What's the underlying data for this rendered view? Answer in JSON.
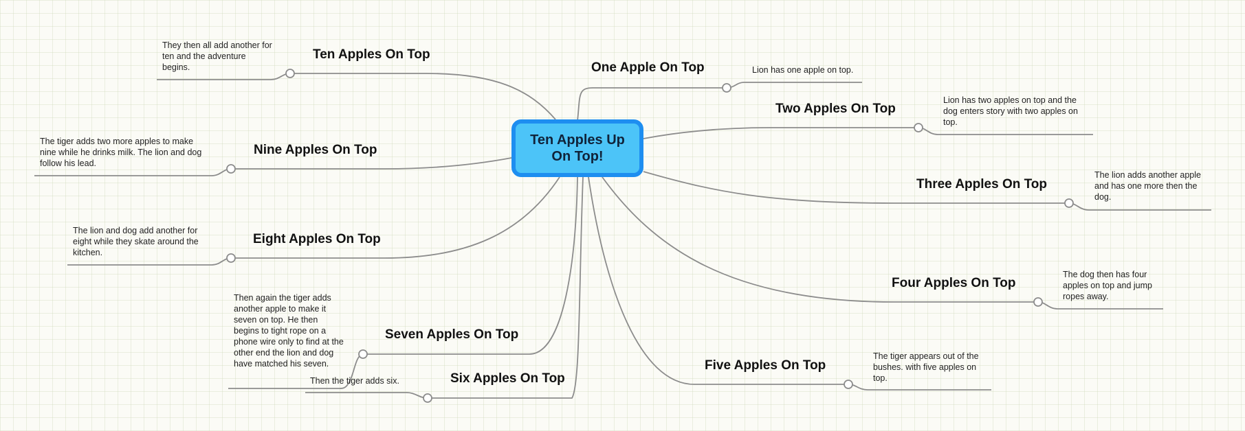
{
  "central": {
    "title": "Ten Apples Up On Top!"
  },
  "branches": [
    {
      "id": "b1",
      "title": "One Apple On Top",
      "note": "Lion has one apple on top."
    },
    {
      "id": "b2",
      "title": "Two Apples On Top",
      "note": "Lion has two apples on top and the dog enters story with two apples on top."
    },
    {
      "id": "b3",
      "title": "Three Apples On Top",
      "note": "The lion adds another apple and has one more then the dog."
    },
    {
      "id": "b4",
      "title": "Four Apples On Top",
      "note": "The dog then has four apples on top and jump ropes away."
    },
    {
      "id": "b5",
      "title": "Five Apples On Top",
      "note": "The tiger appears out of the bushes. with five apples on top."
    },
    {
      "id": "b6",
      "title": "Six Apples On Top",
      "note": "Then the tiger adds six."
    },
    {
      "id": "b7",
      "title": "Seven Apples On Top",
      "note": "Then again the tiger adds another apple to make it seven on top. He then begins to tight rope on a phone wire only to find at the other end the lion and dog have matched his seven."
    },
    {
      "id": "b8",
      "title": "Eight Apples On Top",
      "note": "The lion and dog add another for eight while they skate around the kitchen."
    },
    {
      "id": "b9",
      "title": "Nine Apples On Top",
      "note": "The tiger adds two more apples to make nine while he drinks milk. The lion and dog follow his lead."
    },
    {
      "id": "b10",
      "title": "Ten Apples On Top",
      "note": "They then all add another for ten and the adventure begins."
    }
  ]
}
